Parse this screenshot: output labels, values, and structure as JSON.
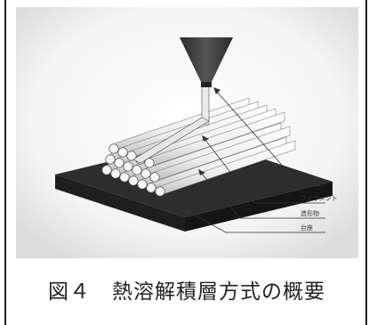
{
  "diagram": {
    "labels": {
      "nozzle": "ノズル",
      "filament": "フィラメント",
      "molded": "造形物",
      "base": "台座"
    }
  },
  "caption": "図４　熱溶解積層方式の概要",
  "colors": {
    "background": "#ffffff",
    "platform": "#2d2d2d",
    "rod_fill": "#f4f4f4",
    "rod_stroke": "#555555",
    "nozzle": "#3a3a3a"
  }
}
